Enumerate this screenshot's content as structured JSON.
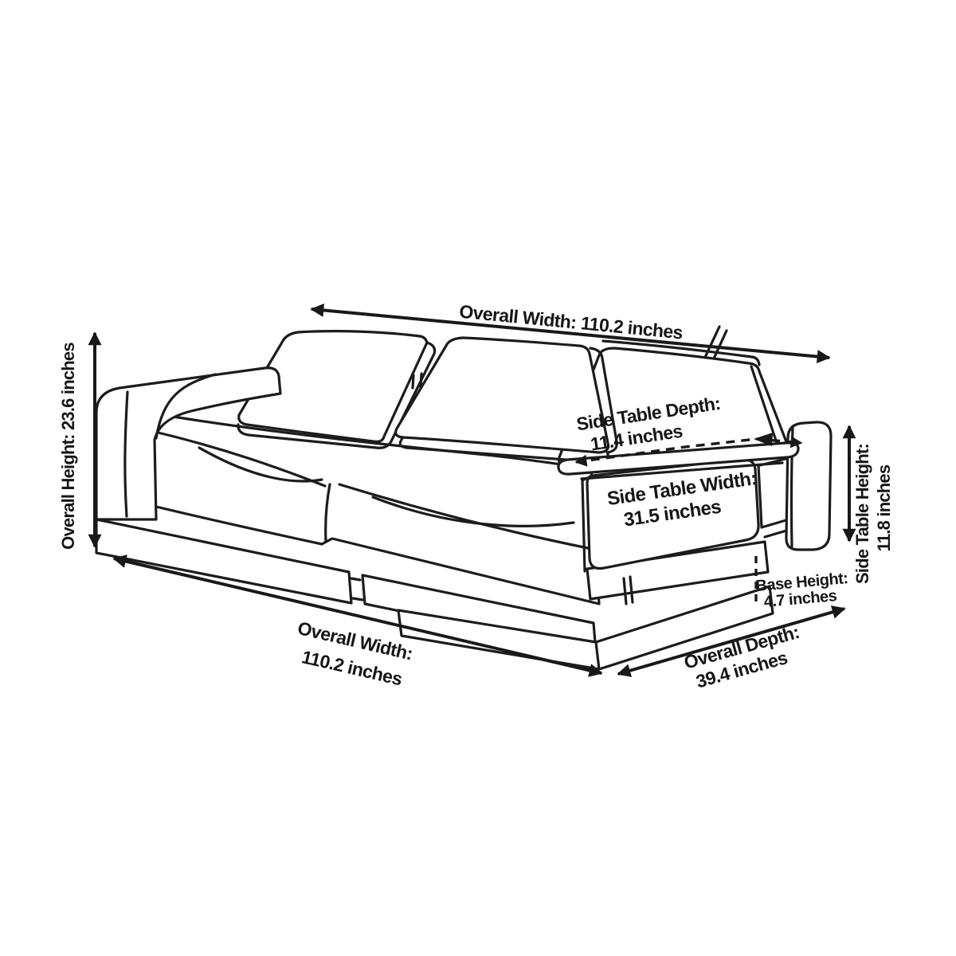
{
  "diagram": {
    "colors": {
      "line": "#1c1c1c",
      "text": "#161616",
      "background": "#ffffff"
    },
    "dimensions": {
      "overall_width_top": {
        "text": "Overall Width: 110.2 inches"
      },
      "overall_height": {
        "text": "Overall Height: 23.6 inches"
      },
      "side_table_depth": {
        "label": "Side Table Depth:",
        "value": "11.4 inches"
      },
      "side_table_width": {
        "label": "Side Table Width:",
        "value": "31.5 inches"
      },
      "side_table_height": {
        "label": "Side Table Height:",
        "value": "11.8 inches"
      },
      "base_height": {
        "label": "Base Height:",
        "value": "4.7 inches"
      },
      "overall_width_bottom": {
        "label": "Overall Width:",
        "value": "110.2 inches"
      },
      "overall_depth": {
        "label": "Overall Depth:",
        "value": "39.4 inches"
      }
    }
  }
}
